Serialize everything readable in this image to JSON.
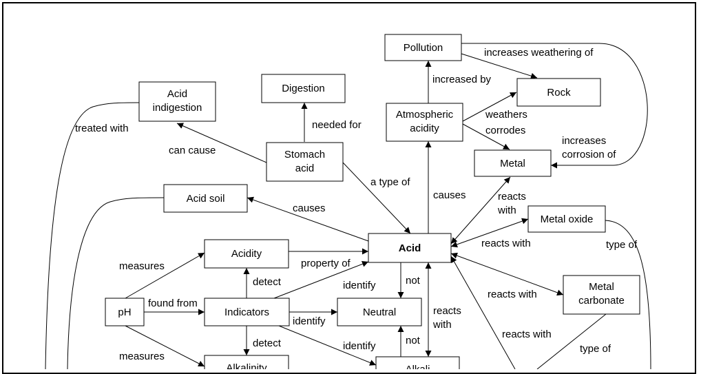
{
  "nodes": {
    "pollution": [
      "Pollution"
    ],
    "rock": [
      "Rock"
    ],
    "digestion": [
      "Digestion"
    ],
    "acid_indigestion": [
      "Acid",
      "indigestion"
    ],
    "atmospheric_acidity": [
      "Atmospheric",
      "acidity"
    ],
    "stomach_acid": [
      "Stomach",
      "acid"
    ],
    "metal": [
      "Metal"
    ],
    "acid_soil": [
      "Acid soil"
    ],
    "metal_oxide": [
      "Metal oxide"
    ],
    "acid": [
      "Acid"
    ],
    "acidity": [
      "Acidity"
    ],
    "metal_carbonate": [
      "Metal",
      "carbonate"
    ],
    "ph": [
      "pH"
    ],
    "indicators": [
      "Indicators"
    ],
    "neutral": [
      "Neutral"
    ],
    "alkalinity": [
      "Alkalinity"
    ],
    "alkali": [
      "Alkali"
    ]
  },
  "edge_labels": {
    "increases_weathering_of": "increases weathering of",
    "increased_by": "increased by",
    "weathers": "weathers",
    "corrodes": "corrodes",
    "increases_corrosion_of": [
      "increases",
      "corrosion of"
    ],
    "needed_for": "needed for",
    "treated_with": "treated with",
    "can_cause": "can cause",
    "a_type_of": "a type of",
    "causes_atmos": "causes",
    "causes_soil": "causes",
    "reacts_with_metal": [
      "reacts",
      "with"
    ],
    "reacts_with_oxide": "reacts with",
    "type_of_oxide": "type of",
    "measures_acidity": "measures",
    "property_of": "property of",
    "detect_acidity": "detect",
    "identify_acid": "identify",
    "not_neutral": "not",
    "reacts_with_carbonate": "reacts with",
    "reacts_with_alkali": [
      "reacts",
      "with"
    ],
    "found_from": "found from",
    "identify_neutral": "identify",
    "reacts_with_lower": "reacts with",
    "type_of_carbonate": "type of",
    "detect_alkalinity": "detect",
    "not_alkali": "not",
    "identify_alkali": "identify",
    "measures_alkalinity": "measures"
  }
}
